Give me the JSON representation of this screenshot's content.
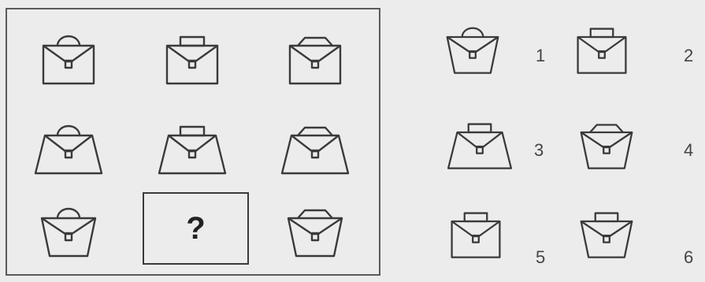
{
  "question_mark": "?",
  "options": [
    {
      "number": "1"
    },
    {
      "number": "2"
    },
    {
      "number": "3"
    },
    {
      "number": "4"
    },
    {
      "number": "5"
    },
    {
      "number": "6"
    }
  ],
  "handle_shapes": [
    "arc",
    "rectangle",
    "trapezoid"
  ],
  "body_shapes": [
    "rectangle",
    "trapezoid-wide-bottom",
    "trapezoid-narrow-bottom"
  ]
}
